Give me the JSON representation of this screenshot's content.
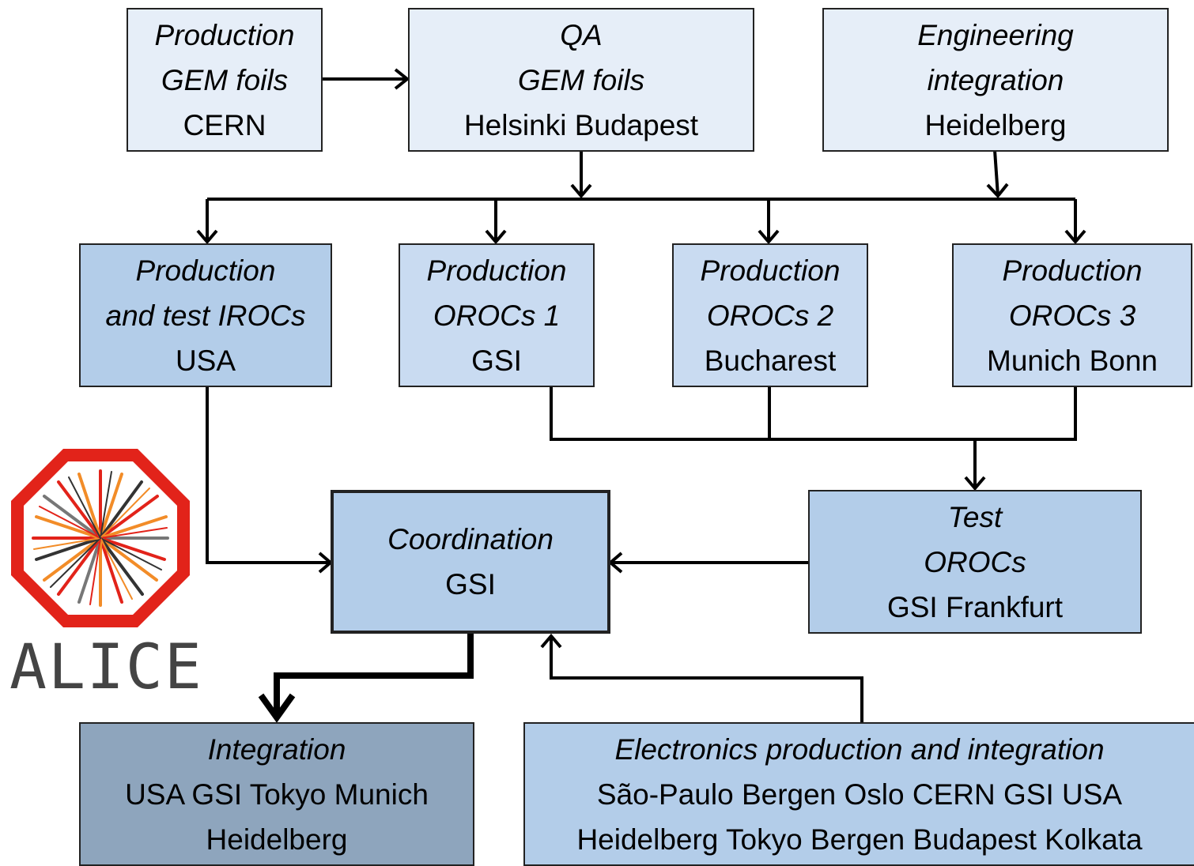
{
  "boxes": {
    "gem_production": {
      "line1": "Production",
      "line2": "GEM foils",
      "line3": "CERN"
    },
    "qa": {
      "line1": "QA",
      "line2": "GEM foils",
      "line3": "Helsinki Budapest"
    },
    "engineering": {
      "line1": "Engineering",
      "line2": "integration",
      "line3": "Heidelberg"
    },
    "irocs": {
      "line1": "Production",
      "line2": "and test IROCs",
      "line3": "USA"
    },
    "orocs1": {
      "line1": "Production",
      "line2": "OROCs 1",
      "line3": "GSI"
    },
    "orocs2": {
      "line1": "Production",
      "line2": "OROCs 2",
      "line3": "Bucharest"
    },
    "orocs3": {
      "line1": "Production",
      "line2": "OROCs 3",
      "line3": "Munich Bonn"
    },
    "coordination": {
      "line1": "Coordination",
      "line2": "GSI"
    },
    "test_orocs": {
      "line1": "Test",
      "line2": "OROCs",
      "line3": "GSI Frankfurt"
    },
    "integration": {
      "line1": "Integration",
      "line2": "USA GSI Tokyo Munich",
      "line3": "Heidelberg"
    },
    "electronics": {
      "line1": "Electronics production and integration",
      "line2": "São-Paulo Bergen Oslo CERN GSI USA",
      "line3": "Heidelberg Tokyo Bergen Budapest Kolkata"
    }
  },
  "logo": {
    "text": "ALICE"
  },
  "colors": {
    "box_light": "#e6eef8",
    "box_mid": "#c9dbf1",
    "box_blue": "#b3cde9",
    "box_dark": "#8ea5bd",
    "logo_red": "#e2231a"
  }
}
